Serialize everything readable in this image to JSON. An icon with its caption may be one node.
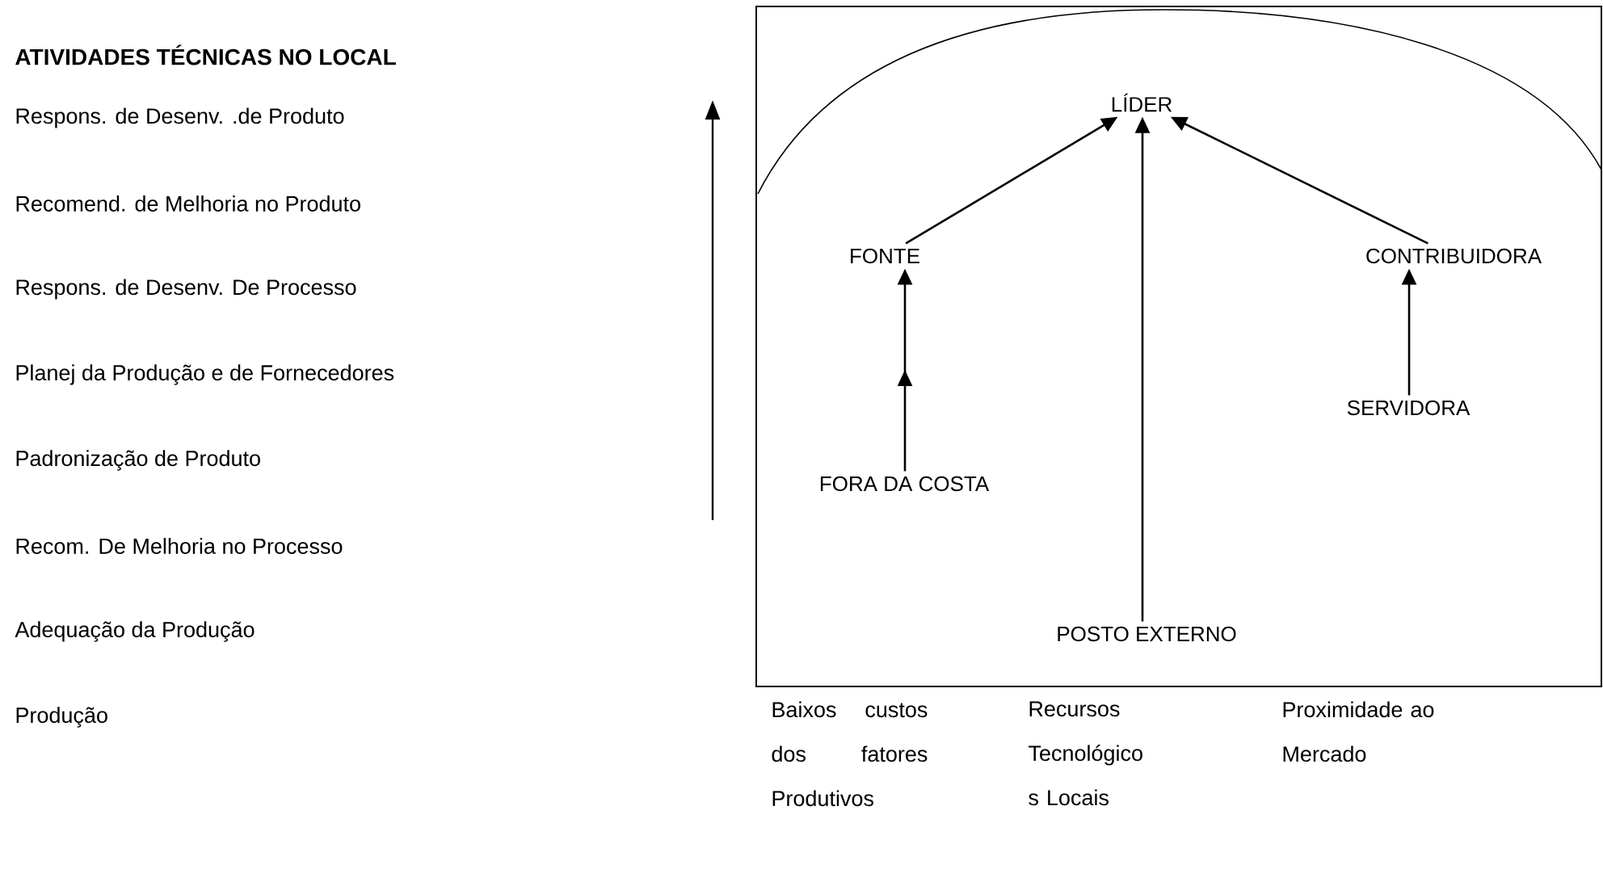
{
  "diagram": {
    "title": "ATIVIDADES TÉCNICAS NO LOCAL",
    "nodes": [
      {
        "text": [],
        "shape": "box"
      },
      {
        "text": [
          "LÍDER"
        ],
        "in": 0
      },
      {
        "text": [
          "FONTE"
        ],
        "in": 0
      },
      {
        "text": [
          "CONTRIBUIDORA"
        ],
        "in": 0
      },
      {
        "text": [
          "SERVIDORA"
        ],
        "in": 0
      },
      {
        "text": [
          "FORA DA COSTA"
        ],
        "in": 0
      },
      {
        "text": [
          "POSTO EXTERNO"
        ],
        "in": 0
      }
    ],
    "edges": [
      {
        "from": 2,
        "to": 1,
        "arrow": "to"
      },
      {
        "from": 3,
        "to": 1,
        "arrow": "to"
      },
      {
        "from": 6,
        "to": 1,
        "arrow": "to"
      },
      {
        "from": 5,
        "to": 2,
        "arrow": "to"
      },
      {
        "from": 4,
        "to": 3,
        "arrow": "to"
      }
    ],
    "labels": [
      "Respons. de Desenv. .de Produto",
      "Recomend. de Melhoria no Produto",
      "Respons. de Desenv. De Processo",
      "Planej da Produção e de Fornecedores",
      "Padronização de Produto",
      "Recom. De Melhoria no Processo",
      "Adequação da Produção",
      "Produção",
      "Baixos custos dos fatores Produtivos",
      "Recursos Tecnológico s Locais",
      "Proximidade ao Mercado"
    ]
  }
}
